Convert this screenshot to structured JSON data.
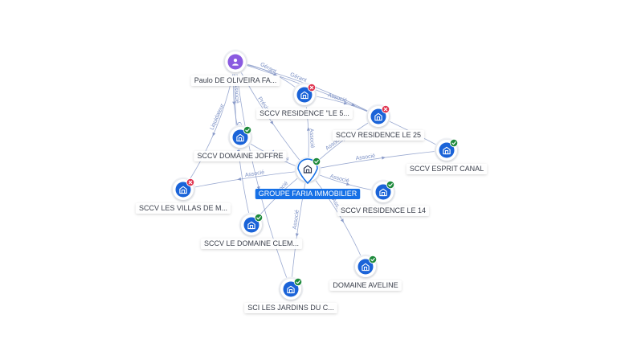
{
  "colors": {
    "edge": "#8a9bc9",
    "company": "#1a63d8",
    "person": "#8a5ae0",
    "active": "#1e8a3c",
    "closed": "#e03550",
    "main_label_bg": "#1670e6",
    "label_text": "#3a3f4b"
  },
  "nodes": [
    {
      "id": "main",
      "label": "GROUPE FARIA IMMOBILIER",
      "kind": "main",
      "status": "active",
      "icon": "building-icon"
    },
    {
      "id": "paulo",
      "label": "Paulo DE OLIVEIRA FA...",
      "kind": "person",
      "status": "none",
      "icon": "person-icon"
    },
    {
      "id": "residence5",
      "label": "SCCV RESIDENCE \"LE 5...",
      "kind": "company",
      "status": "closed",
      "icon": "building-icon"
    },
    {
      "id": "residence25",
      "label": "SCCV RESIDENCE LE 25",
      "kind": "company",
      "status": "closed",
      "icon": "building-icon"
    },
    {
      "id": "esprit",
      "label": "SCCV ESPRIT CANAL",
      "kind": "company",
      "status": "active",
      "icon": "building-icon"
    },
    {
      "id": "joffre",
      "label": "SCCV DOMAINE JOFFRE",
      "kind": "company",
      "status": "active",
      "icon": "building-icon"
    },
    {
      "id": "villas",
      "label": "SCCV LES VILLAS DE M...",
      "kind": "company",
      "status": "closed",
      "icon": "building-icon"
    },
    {
      "id": "residence14",
      "label": "SCCV RESIDENCE LE 14",
      "kind": "company",
      "status": "active",
      "icon": "building-icon"
    },
    {
      "id": "clem",
      "label": "SCCV LE DOMAINE CLEM...",
      "kind": "company",
      "status": "active",
      "icon": "building-icon"
    },
    {
      "id": "aveline",
      "label": "DOMAINE AVELINE",
      "kind": "company",
      "status": "active",
      "icon": "building-icon"
    },
    {
      "id": "jardins",
      "label": "SCI LES JARDINS DU C...",
      "kind": "company",
      "status": "active",
      "icon": "building-icon"
    }
  ],
  "edges": [
    {
      "from": "paulo",
      "to": "villas",
      "label": "Liquidateur"
    },
    {
      "from": "paulo",
      "to": "joffre",
      "label": "Associé"
    },
    {
      "from": "paulo",
      "to": "residence5",
      "label": "Gérant"
    },
    {
      "from": "paulo",
      "to": "residence25",
      "label": "Gérant"
    },
    {
      "from": "paulo",
      "to": "esprit",
      "label": ""
    },
    {
      "from": "paulo",
      "to": "main",
      "label": "Président"
    },
    {
      "from": "paulo",
      "to": "clem",
      "label": "Gérant"
    },
    {
      "from": "paulo",
      "to": "jardins",
      "label": ""
    },
    {
      "from": "residence5",
      "to": "residence25",
      "label": "Associé"
    },
    {
      "from": "main",
      "to": "villas",
      "label": "Associé"
    },
    {
      "from": "main",
      "to": "esprit",
      "label": "Associé"
    },
    {
      "from": "main",
      "to": "residence14",
      "label": "Associé"
    },
    {
      "from": "main",
      "to": "clem",
      "label": "Associé"
    },
    {
      "from": "main",
      "to": "aveline",
      "label": "Associé"
    },
    {
      "from": "main",
      "to": "jardins",
      "label": "Associé"
    },
    {
      "from": "main",
      "to": "residence25",
      "label": "Associé"
    },
    {
      "from": "main",
      "to": "joffre",
      "label": "Associé"
    },
    {
      "from": "main",
      "to": "residence5",
      "label": "Associé"
    }
  ]
}
